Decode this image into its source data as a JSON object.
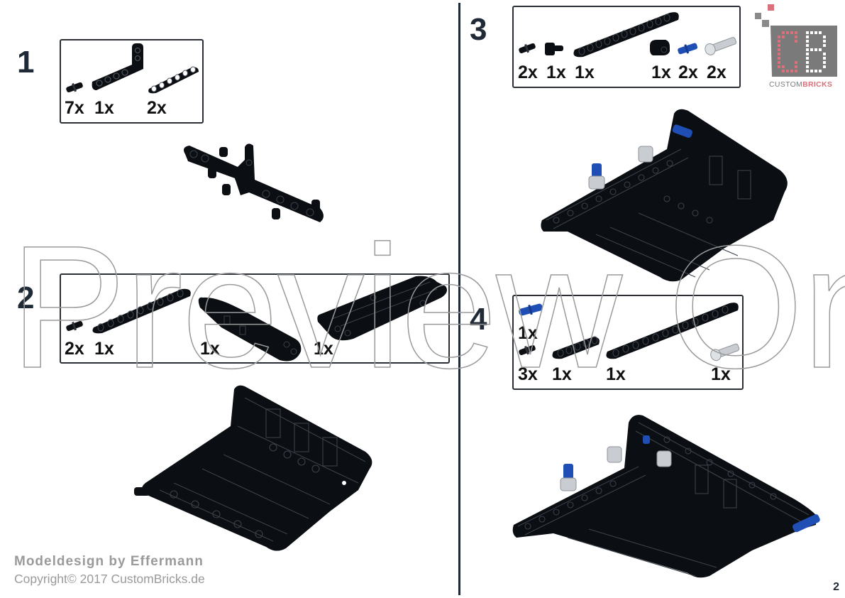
{
  "page": {
    "page_number": "2",
    "credits": {
      "modeldesign": "Modeldesign by Effermann",
      "copyright": "Copyright© 2017  CustomBricks.de"
    },
    "watermark": "Preview Only",
    "logo": {
      "letters": "CB",
      "brand_prefix": "CUSTOM",
      "brand_suffix": "BRICKS",
      "colors": {
        "pink": "#d9707b",
        "grey": "#7a7a7a",
        "white": "#ffffff"
      }
    }
  },
  "steps": [
    {
      "number": "1",
      "parts": [
        {
          "icon": "pin-black",
          "qty": "7x"
        },
        {
          "icon": "l-beam-black",
          "qty": "1x"
        },
        {
          "icon": "beam-6-black",
          "qty": "2x"
        }
      ]
    },
    {
      "number": "2",
      "parts": [
        {
          "icon": "pin-black",
          "qty": "2x"
        },
        {
          "icon": "beam-9-black",
          "qty": "1x"
        },
        {
          "icon": "panel-black",
          "qty": "1x"
        },
        {
          "icon": "frame-black",
          "qty": "1x"
        }
      ]
    },
    {
      "number": "3",
      "parts": [
        {
          "icon": "pin-black",
          "qty": "2x"
        },
        {
          "icon": "connector-black",
          "qty": "1x"
        },
        {
          "icon": "beam-11-black",
          "qty": "1x"
        },
        {
          "icon": "cross-block-black",
          "qty": "1x"
        },
        {
          "icon": "axle-pin-blue",
          "qty": "2x"
        },
        {
          "icon": "pin-grey",
          "qty": "2x"
        }
      ]
    },
    {
      "number": "4",
      "parts": [
        {
          "icon": "axle-pin-blue",
          "qty": "1x"
        },
        {
          "icon": "pin-black",
          "qty": "3x"
        },
        {
          "icon": "beam-5-black",
          "qty": "1x"
        },
        {
          "icon": "beam-13-black",
          "qty": "1x"
        },
        {
          "icon": "pin-grey",
          "qty": "1x"
        }
      ]
    }
  ],
  "colors": {
    "ink": "#1f2a36",
    "part_black": "#0b0e12",
    "part_blue": "#1f4fb5",
    "part_grey": "#c9cdd1",
    "credit_grey": "#9a9a9a"
  }
}
